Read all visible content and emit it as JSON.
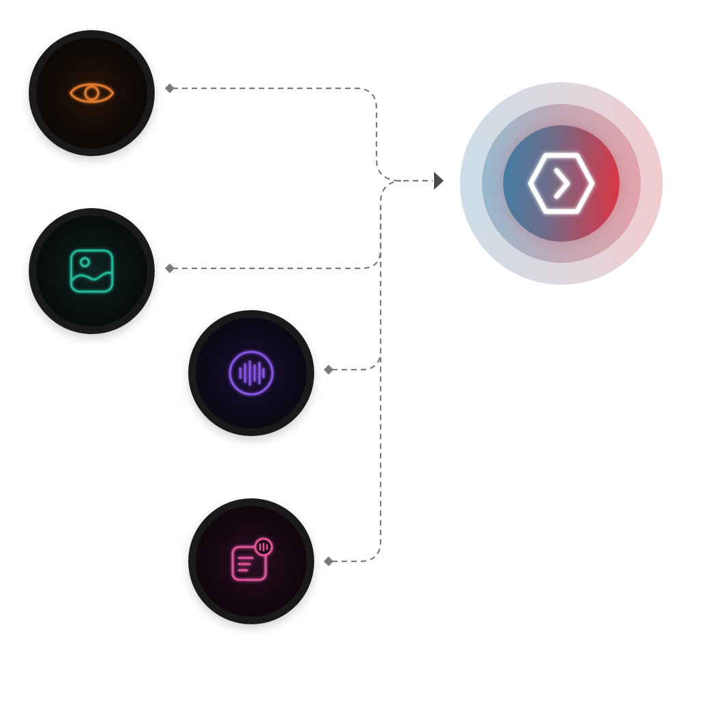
{
  "diagram": {
    "inputs": [
      {
        "id": "eye",
        "icon": "eye-icon",
        "color": "#e07a2e"
      },
      {
        "id": "image",
        "icon": "image-icon",
        "color": "#23b89a"
      },
      {
        "id": "audio",
        "icon": "audio-waveform-icon",
        "color": "#8a55e8"
      },
      {
        "id": "message",
        "icon": "message-notes-icon",
        "color": "#e0559b"
      }
    ],
    "output": {
      "icon": "chevron-right-hexagon-icon",
      "icon_color": "#ffffff",
      "gradient_colors": [
        "#3f7fa6",
        "#e0323e"
      ]
    },
    "connector": {
      "style": "dashed",
      "color": "#7a7a7a",
      "arrow_color": "#4a4a4a"
    }
  }
}
